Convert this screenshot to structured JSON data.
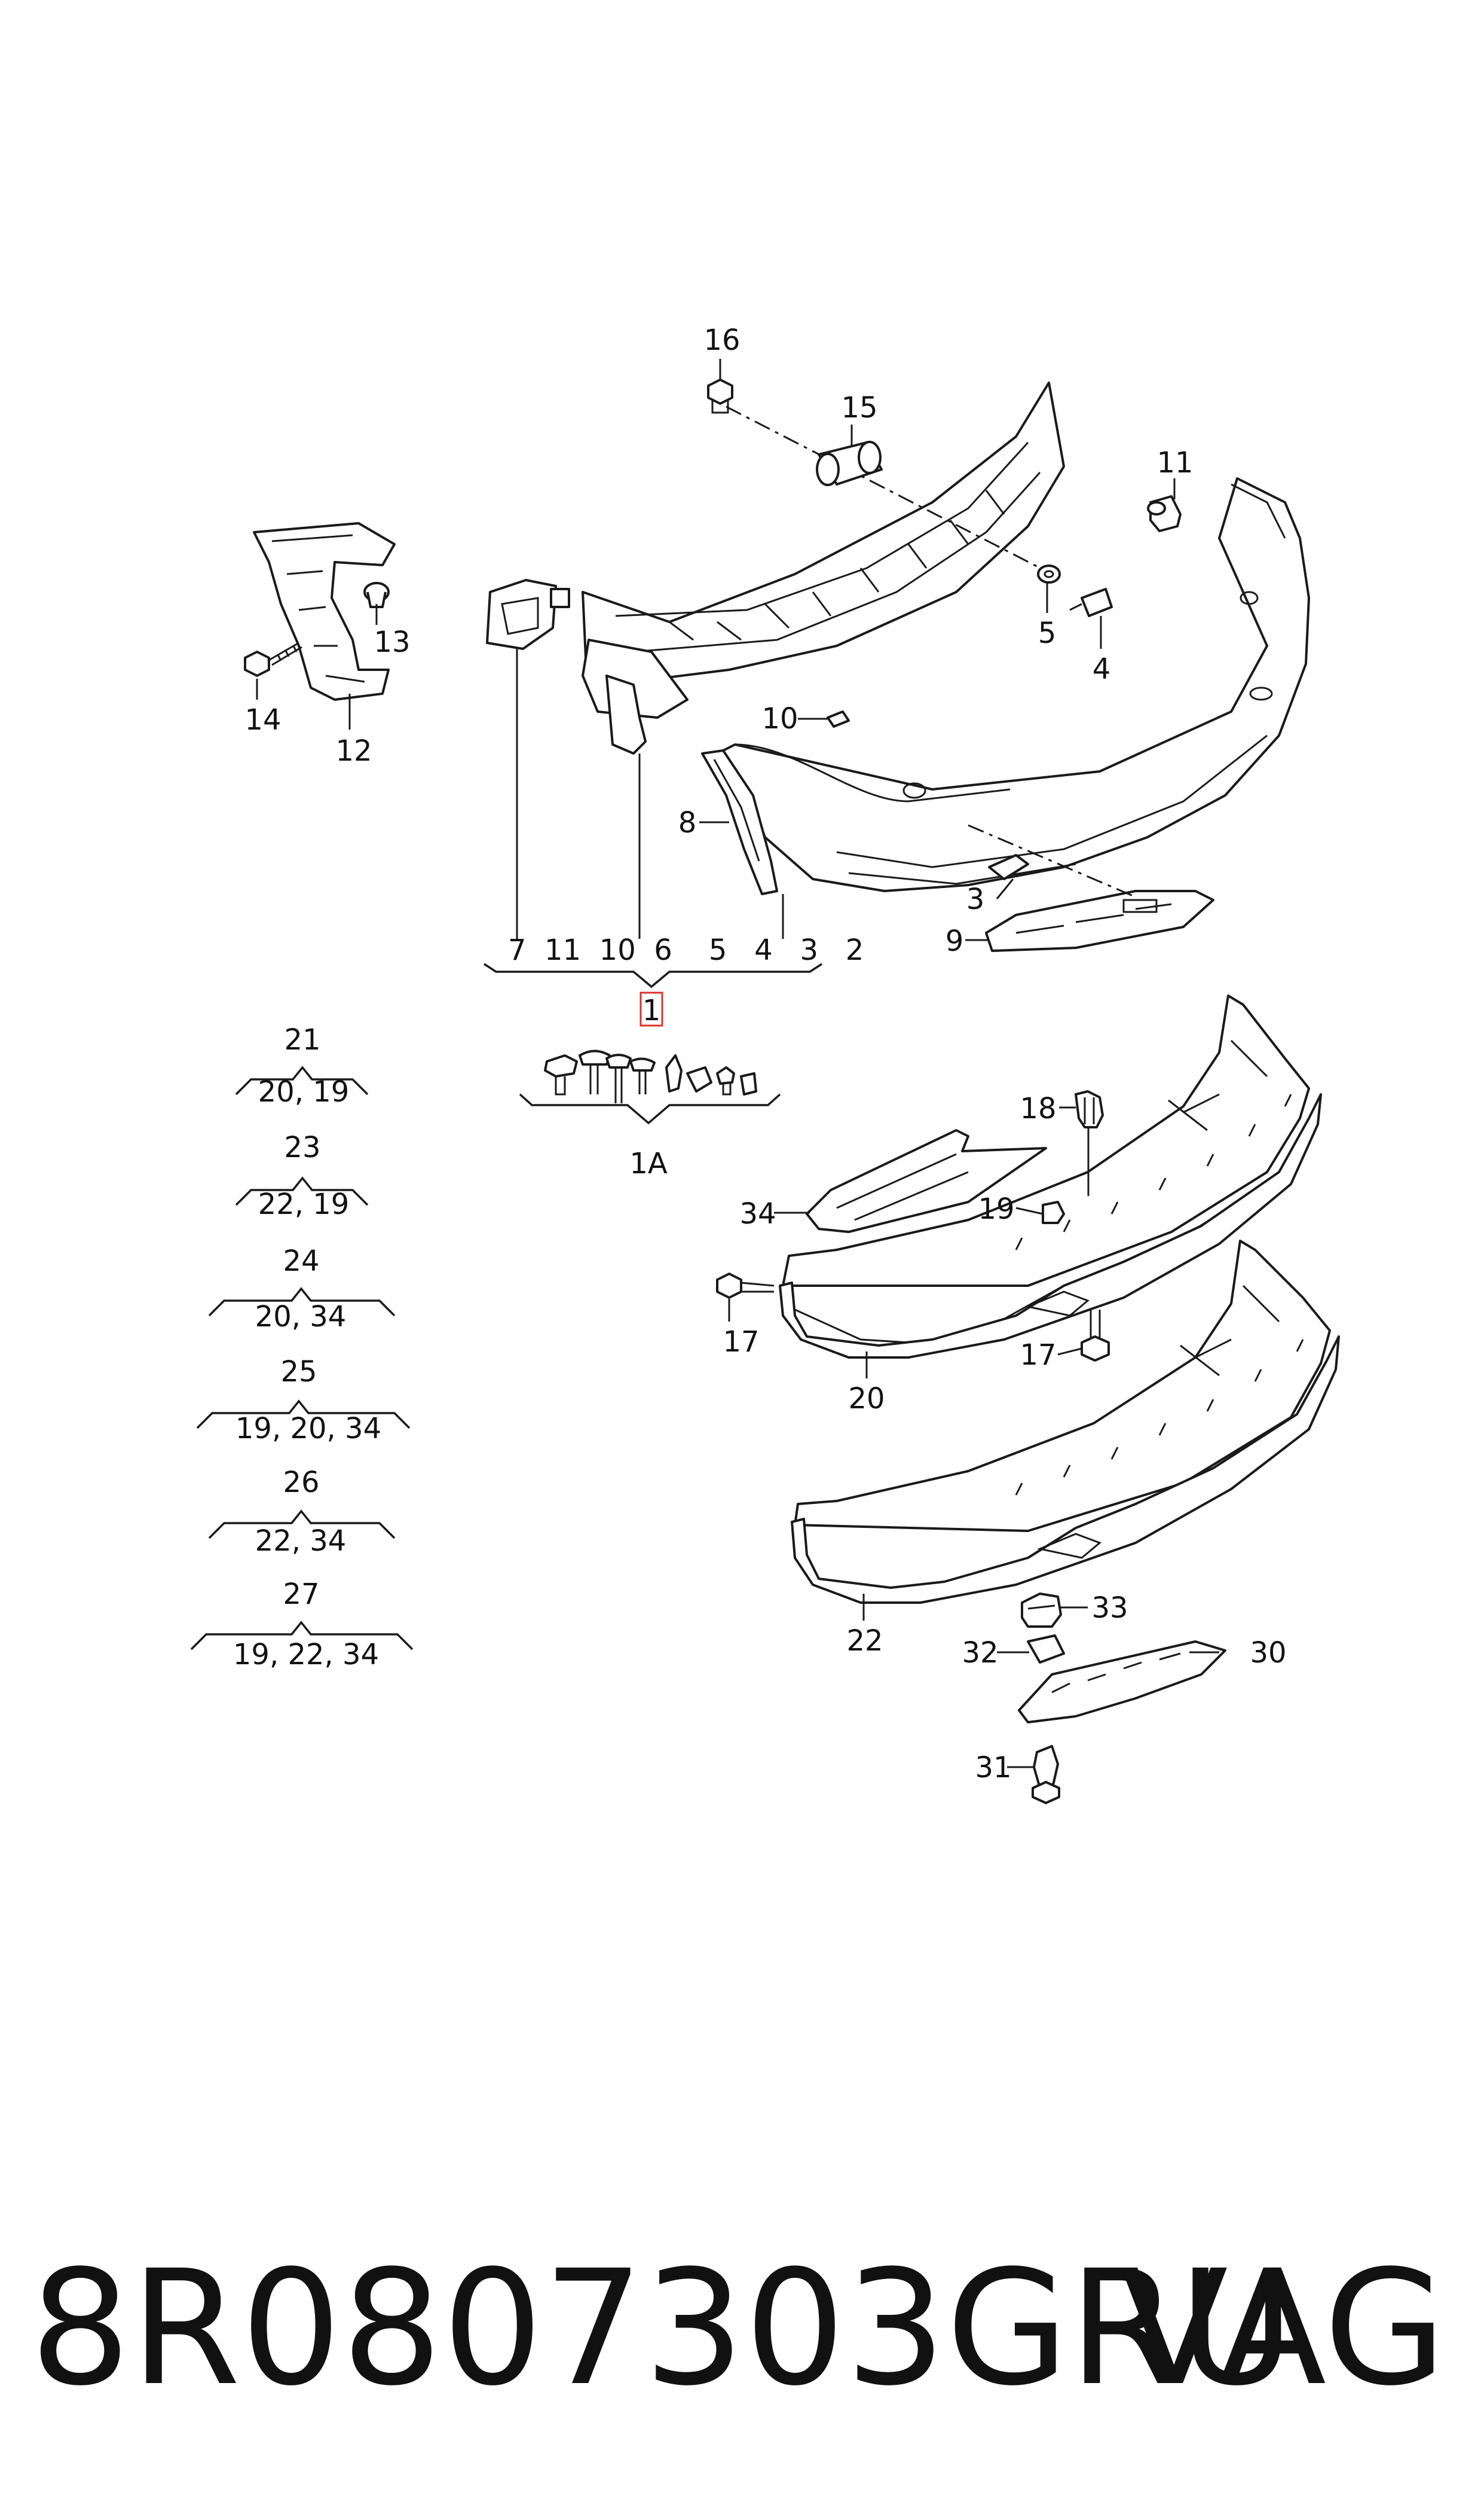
{
  "callouts": {
    "c16": "16",
    "c15": "15",
    "c11": "11",
    "c13": "13",
    "c14": "14",
    "c12": "12",
    "c5": "5",
    "c4": "4",
    "c10": "10",
    "c8": "8",
    "c3": "3",
    "c9": "9",
    "c18": "18",
    "c34": "34",
    "c19": "19",
    "c17a": "17",
    "c17b": "17",
    "c20": "20",
    "c33": "33",
    "c32": "32",
    "c30": "30",
    "c22": "22",
    "c31": "31"
  },
  "kit_1": {
    "parts": "7  11  10  6    5   4   3   2",
    "label": "1"
  },
  "kit_1a": {
    "label": "1A"
  },
  "groups": [
    {
      "top": "21",
      "bottom": "20, 19"
    },
    {
      "top": "23",
      "bottom": "22, 19"
    },
    {
      "top": "24",
      "bottom": "20, 34"
    },
    {
      "top": "25",
      "bottom": "19, 20, 34"
    },
    {
      "top": "26",
      "bottom": "22, 34"
    },
    {
      "top": "27",
      "bottom": "19, 22, 34"
    }
  ],
  "footer": {
    "part_number": "8R0807303GRU",
    "brand": "VAG"
  },
  "colors": {
    "line": "#1a1a1a",
    "highlight": "#e0302a",
    "background": "#ffffff"
  }
}
